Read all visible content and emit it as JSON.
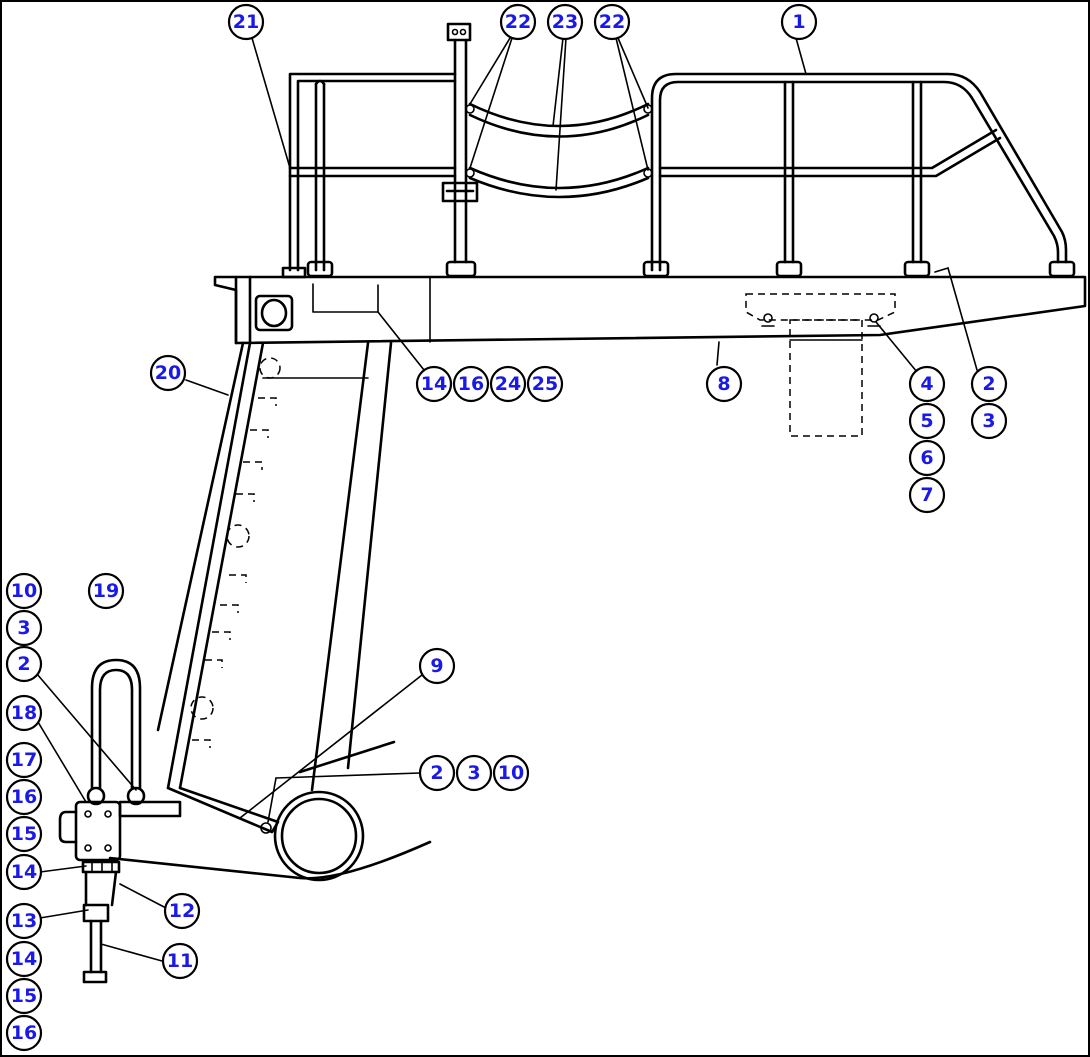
{
  "colors": {
    "line": "#000000",
    "callout_text": "#1a1ae6",
    "background": "#ffffff"
  },
  "callouts": [
    {
      "id": "c21",
      "label": "21"
    },
    {
      "id": "c22a",
      "label": "22"
    },
    {
      "id": "c23",
      "label": "23"
    },
    {
      "id": "c22b",
      "label": "22"
    },
    {
      "id": "c1",
      "label": "1"
    },
    {
      "id": "c20",
      "label": "20"
    },
    {
      "id": "c14a",
      "label": "14"
    },
    {
      "id": "c16a",
      "label": "16"
    },
    {
      "id": "c24",
      "label": "24"
    },
    {
      "id": "c25",
      "label": "25"
    },
    {
      "id": "c8",
      "label": "8"
    },
    {
      "id": "c4",
      "label": "4"
    },
    {
      "id": "c5",
      "label": "5"
    },
    {
      "id": "c6",
      "label": "6"
    },
    {
      "id": "c7",
      "label": "7"
    },
    {
      "id": "c2a",
      "label": "2"
    },
    {
      "id": "c3a",
      "label": "3"
    },
    {
      "id": "c10a",
      "label": "10"
    },
    {
      "id": "c3b",
      "label": "3"
    },
    {
      "id": "c19",
      "label": "19"
    },
    {
      "id": "c2b",
      "label": "2"
    },
    {
      "id": "c18",
      "label": "18"
    },
    {
      "id": "c17",
      "label": "17"
    },
    {
      "id": "c16b",
      "label": "16"
    },
    {
      "id": "c15a",
      "label": "15"
    },
    {
      "id": "c14b",
      "label": "14"
    },
    {
      "id": "c13",
      "label": "13"
    },
    {
      "id": "c14c",
      "label": "14"
    },
    {
      "id": "c15b",
      "label": "15"
    },
    {
      "id": "c16c",
      "label": "16"
    },
    {
      "id": "c9",
      "label": "9"
    },
    {
      "id": "c2c",
      "label": "2"
    },
    {
      "id": "c3c",
      "label": "3"
    },
    {
      "id": "c10b",
      "label": "10"
    },
    {
      "id": "c12",
      "label": "12"
    },
    {
      "id": "c11",
      "label": "11"
    }
  ]
}
